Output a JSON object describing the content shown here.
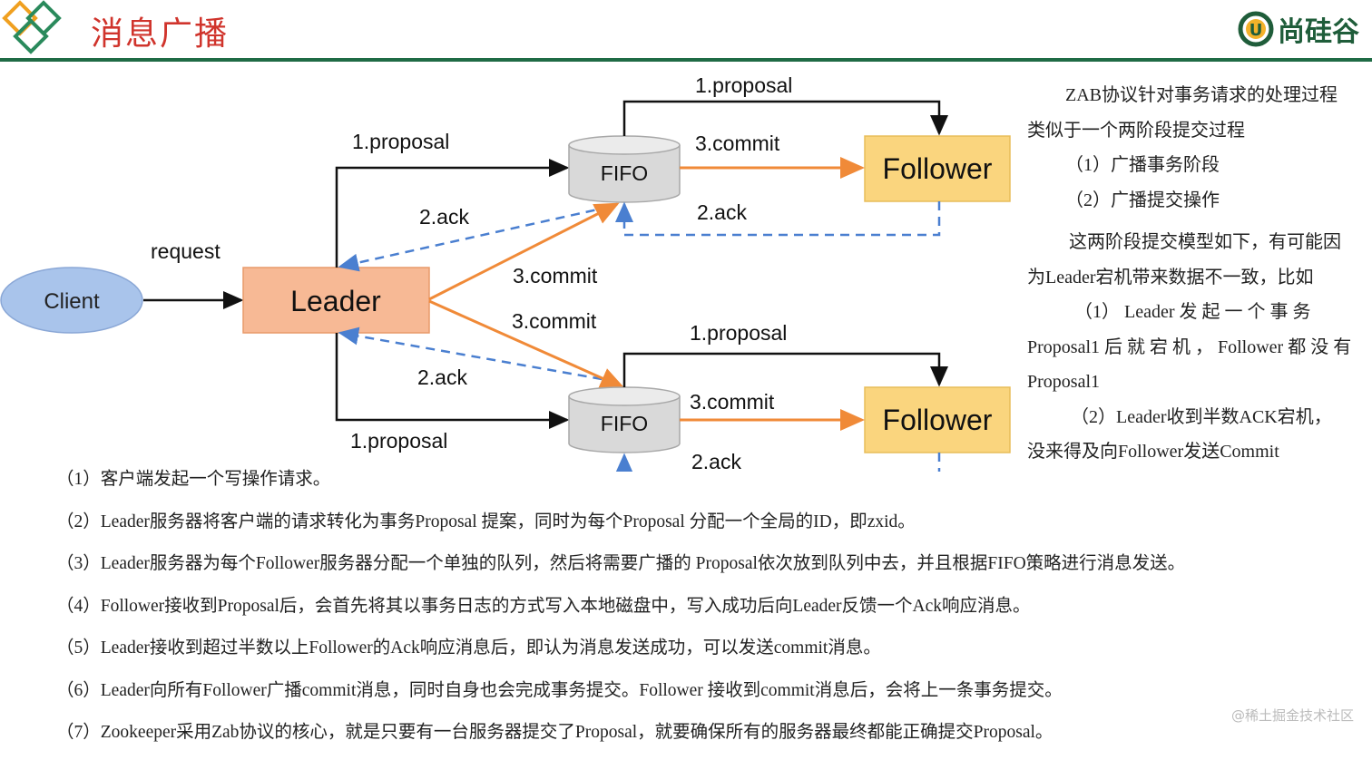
{
  "header": {
    "title": "消息广播",
    "brand": "尚硅谷",
    "brand_letter": "U"
  },
  "diagram": {
    "client": "Client",
    "request": "request",
    "leader": "Leader",
    "fifo_top": "FIFO",
    "fifo_bottom": "FIFO",
    "follower_top": "Follower",
    "follower_bottom": "Follower",
    "proposal_leader_top": "1.proposal",
    "ack_leader_top": "2.ack",
    "commit_leader_top": "3.commit",
    "commit_leader_bottom": "3.commit",
    "ack_leader_bottom": "2.ack",
    "proposal_leader_bottom": "1.proposal",
    "proposal_fifo_top": "1.proposal",
    "commit_fifo_top": "3.commit",
    "ack_follower_top": "2.ack",
    "proposal_fifo_bottom": "1.proposal",
    "commit_fifo_bottom": "3.commit",
    "ack_follower_bottom": "2.ack",
    "colors": {
      "client": "#a9c4eb",
      "leader": "#f7b995",
      "follower": "#fad57e",
      "fifo": "#d9d9d9",
      "orange": "#f08a38",
      "blue_dash": "#4a7fd0"
    }
  },
  "side_notes": [
    "ZAB协议针对事务请求的处理过程",
    "类似于一个两阶段提交过程",
    "（1）广播事务阶段",
    "（2）广播提交操作",
    "这两阶段提交模型如下，有可能因",
    "为Leader宕机带来数据不一致，比如",
    "（1） Leader 发 起 一 个 事 务",
    "Proposal1 后 就 宕 机 ， Follower 都 没 有",
    "Proposal1",
    "（2）Leader收到半数ACK宕机，",
    "没来得及向Follower发送Commit"
  ],
  "steps": [
    "（1）客户端发起一个写操作请求。",
    "（2）Leader服务器将客户端的请求转化为事务Proposal 提案，同时为每个Proposal 分配一个全局的ID，即zxid。",
    "（3）Leader服务器为每个Follower服务器分配一个单独的队列，然后将需要广播的 Proposal依次放到队列中去，并且根据FIFO策略进行消息发送。",
    "（4）Follower接收到Proposal后，会首先将其以事务日志的方式写入本地磁盘中，写入成功后向Leader反馈一个Ack响应消息。",
    "（5）Leader接收到超过半数以上Follower的Ack响应消息后，即认为消息发送成功，可以发送commit消息。",
    "（6）Leader向所有Follower广播commit消息，同时自身也会完成事务提交。Follower 接收到commit消息后，会将上一条事务提交。",
    "（7）Zookeeper采用Zab协议的核心，就是只要有一台服务器提交了Proposal，就要确保所有的服务器最终都能正确提交Proposal。"
  ],
  "watermark": "@稀土掘金技术社区"
}
